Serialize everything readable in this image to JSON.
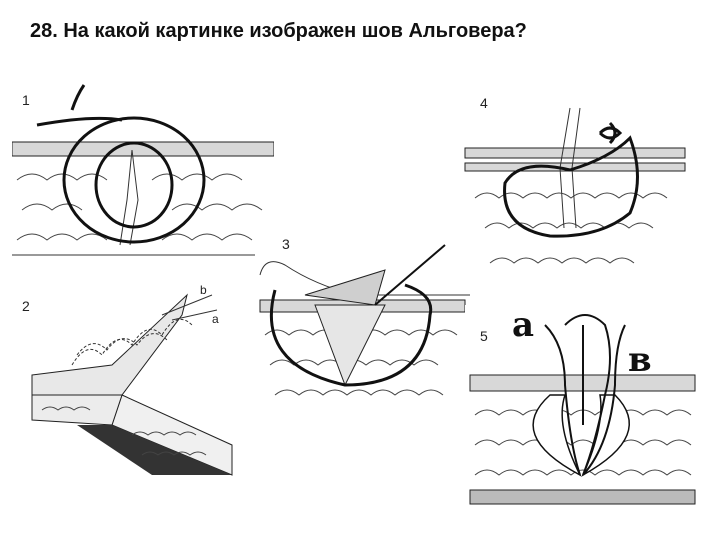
{
  "question": "28. На какой картинке изображен шов Альговера?",
  "labels": {
    "p1": "1",
    "p2": "2",
    "p3": "3",
    "p4": "4",
    "p5": "5"
  },
  "panel2_thread_labels": {
    "b": "b",
    "a": "a"
  },
  "panel5_labels": {
    "a": "а",
    "v": "в"
  }
}
